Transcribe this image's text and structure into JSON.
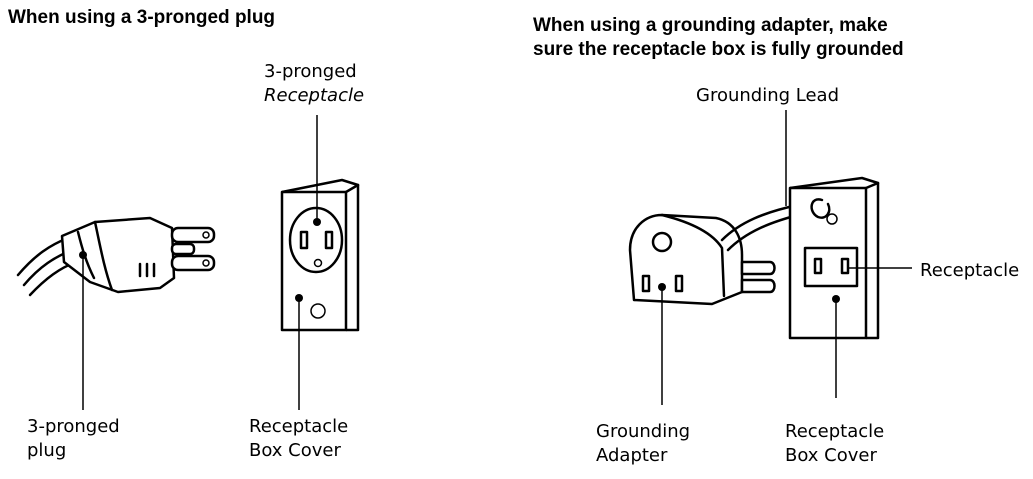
{
  "left_panel": {
    "heading": "When using a 3-pronged plug",
    "labels": {
      "receptacle": [
        "3-pronged",
        "Receptacle"
      ],
      "plug": [
        "3-pronged",
        "plug"
      ],
      "box_cover": [
        "Receptacle",
        "Box Cover"
      ]
    }
  },
  "right_panel": {
    "heading": [
      "When using a grounding adapter, make",
      "sure the receptacle box is fully grounded"
    ],
    "labels": {
      "grounding_lead": "Grounding Lead",
      "receptacle": "Receptacle",
      "adapter": [
        "Grounding",
        "Adapter"
      ],
      "box_cover": [
        "Receptacle",
        "Box Cover"
      ]
    }
  }
}
